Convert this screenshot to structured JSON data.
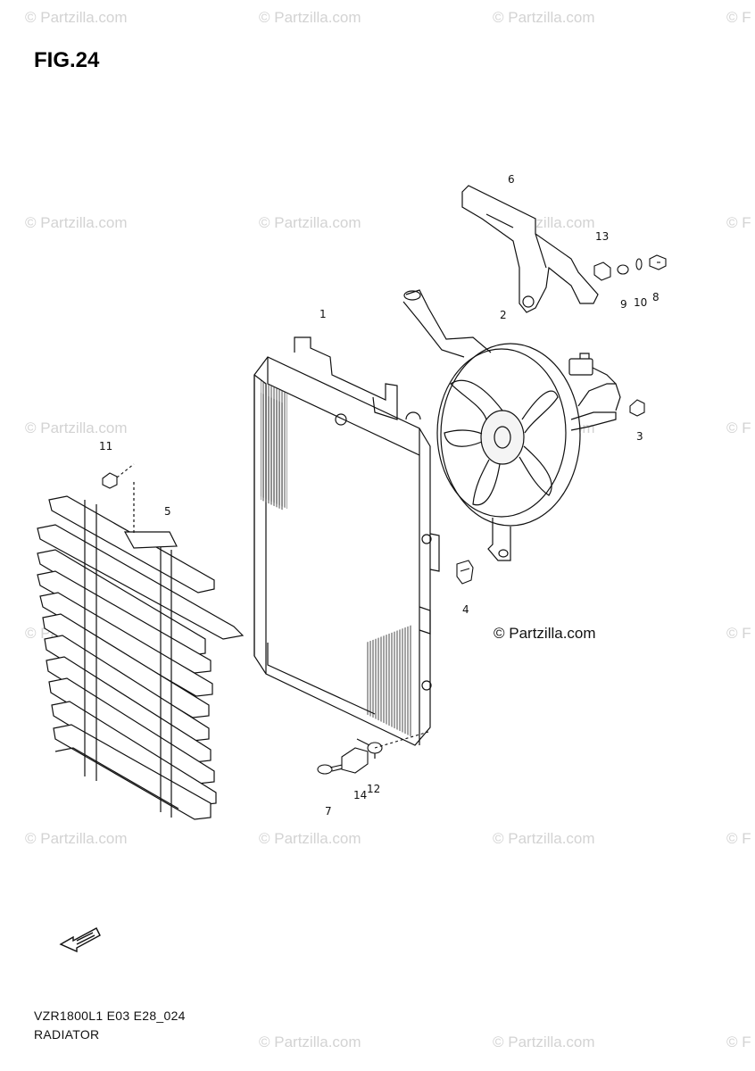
{
  "figure": {
    "title": "FIG.24",
    "code": "VZR1800L1 E03 E28_024",
    "name": "RADIATOR"
  },
  "watermark": "© Partzilla.com",
  "watermark_partial": "© F",
  "copyright": "© Partzilla.com",
  "callouts": {
    "c1": "1",
    "c2": "2",
    "c3": "3",
    "c4": "4",
    "c5": "5",
    "c6": "6",
    "c7": "7",
    "c8": "8",
    "c9": "9",
    "c10": "10",
    "c11": "11",
    "c12": "12",
    "c13": "13",
    "c14": "14"
  },
  "icons": {
    "fwd_arrow": "fwd-arrow-icon"
  }
}
